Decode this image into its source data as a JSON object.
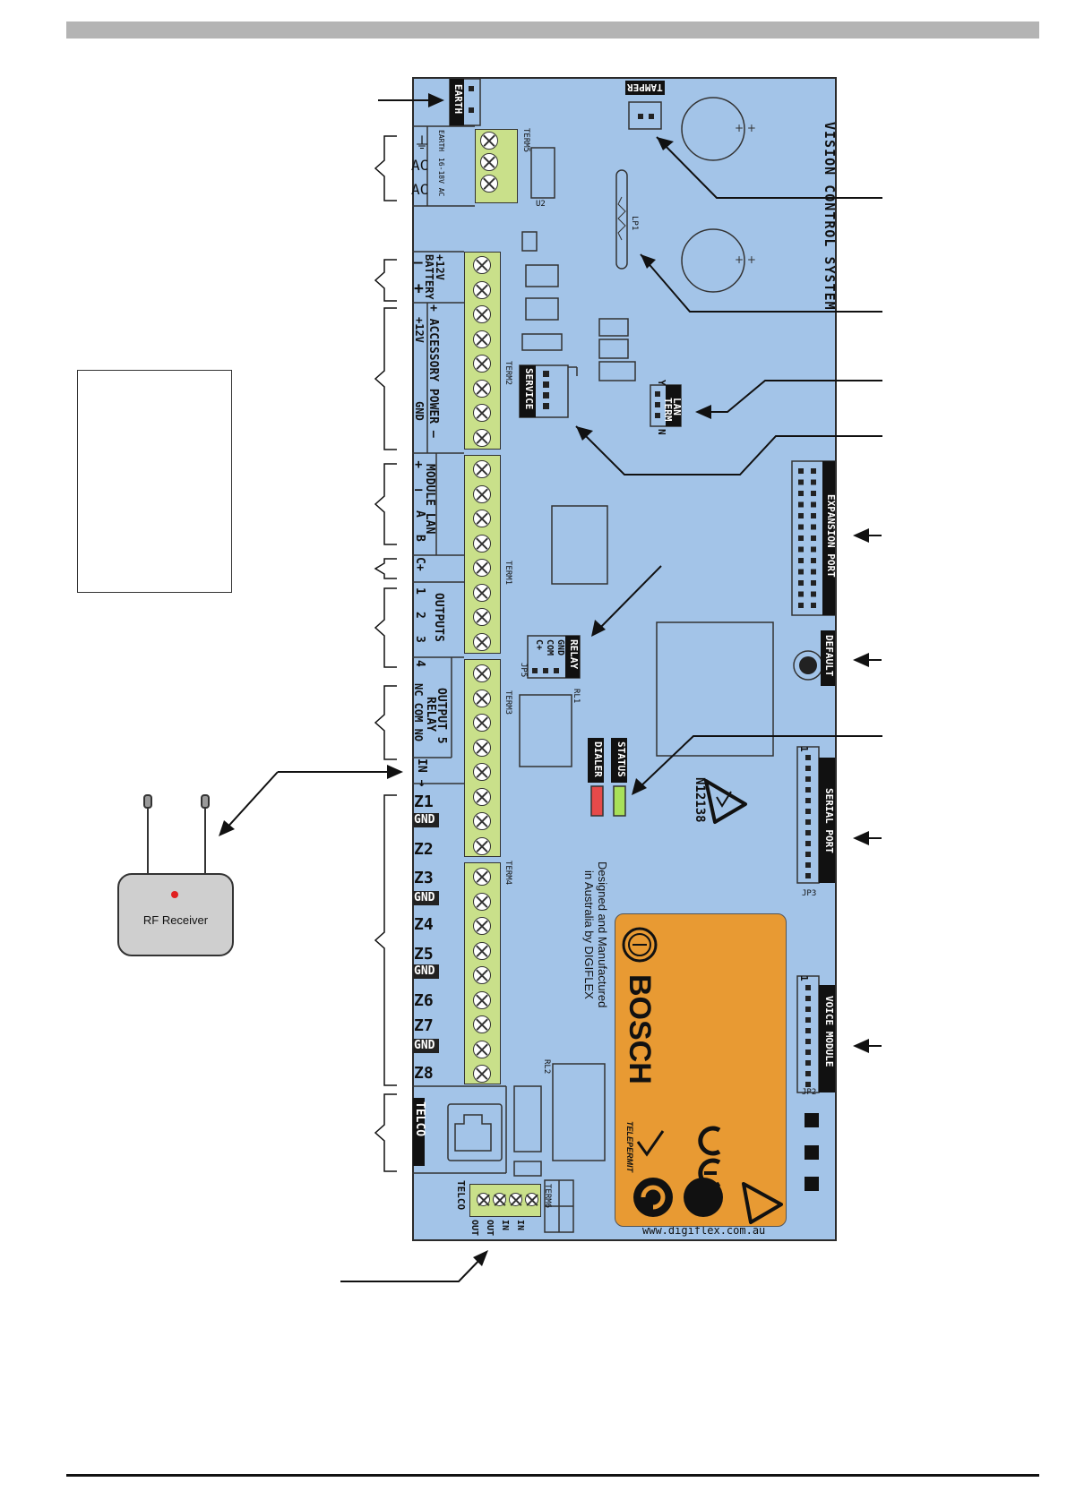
{
  "board": {
    "title": "VISION CONTROL SYSTEM",
    "website": "www.digiflex.com.au",
    "designed_line1": "Designed and Manufactured",
    "designed_line2": "in Australia by DIGIFLEX",
    "brand": "BOSCH",
    "telepermit": "TELEPERMIT",
    "approval": "N12138"
  },
  "headers": {
    "earth": "EARTH",
    "tamper": "TAMPER",
    "lan_term": "LAN TERM",
    "lan_y": "Y",
    "lan_n": "N",
    "service": "SERVICE",
    "expansion_port": "EXPANSION PORT",
    "default": "DEFAULT",
    "serial_port": "SERIAL PORT",
    "voice_module": "VOICE MODULE",
    "relay": "RELAY",
    "relay_pins": [
      "GND",
      "COM",
      "C+"
    ],
    "status": "STATUS",
    "dialer": "DIALER",
    "telco": "TELCO"
  },
  "refs": {
    "term5": "TERM5",
    "term2": "TERM2",
    "term1a": "TERM1",
    "term3": "TERM3",
    "term4": "TERM4",
    "term6": "TERM6",
    "u2": "U2",
    "lp1": "LP1",
    "rl1": "RL1",
    "rl2": "RL2",
    "jp5": "JP5",
    "jp3": "JP3",
    "jp2": "JP2",
    "pin1a": "1",
    "pin1b": "1"
  },
  "terminals": {
    "earth_symbol_label": "EARTH",
    "ac_spec": "16-18V AC",
    "ac1": "AC",
    "ac2": "AC",
    "battery": "+12V BATTERY",
    "battery_minus": "–",
    "battery_plus": "+",
    "accessory_power": "+ ACCESSORY POWER –",
    "acc_12v": "+12V",
    "acc_gnd": "GND",
    "module_lan": "MODULE LAN",
    "lan_plus": "+",
    "lan_minus": "–",
    "lan_a": "A",
    "lan_b": "B",
    "c_plus": "C+",
    "outputs": "OUTPUTS",
    "out_nums": [
      "1",
      "2",
      "3",
      "4"
    ],
    "output5": "OUTPUT 5",
    "relay": "RELAY",
    "relay_contacts": "NC COM NO",
    "in_arrow": "IN →",
    "zones": [
      "Z1",
      "Z2",
      "Z3",
      "Z4",
      "Z5",
      "Z6",
      "Z7",
      "Z8"
    ],
    "gnd": "GND",
    "telco_lbl": "TELCO",
    "telco_pins": [
      "OUT",
      "OUT",
      "IN",
      "IN"
    ]
  },
  "rf": {
    "label": "RF Receiver"
  },
  "colors": {
    "board": "#a3c4e8",
    "terminal": "#c9e08a",
    "bosch_panel": "#e89a33",
    "header_bar": "#b4b4b4"
  }
}
